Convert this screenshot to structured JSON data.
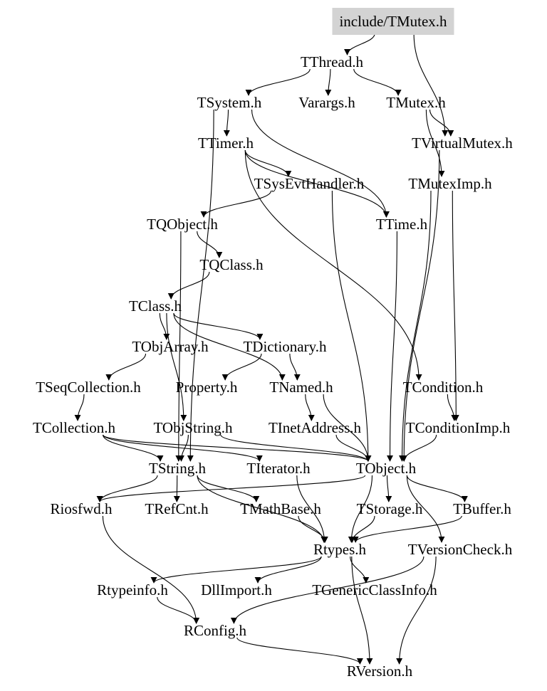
{
  "nodes": [
    {
      "id": "include_tmutex",
      "label": "include/TMutex.h",
      "root": true
    },
    {
      "id": "tthread",
      "label": "TThread.h"
    },
    {
      "id": "tsystem",
      "label": "TSystem.h"
    },
    {
      "id": "varargs",
      "label": "Varargs.h"
    },
    {
      "id": "tmutex",
      "label": "TMutex.h"
    },
    {
      "id": "ttimer",
      "label": "TTimer.h"
    },
    {
      "id": "tvirtualmutex",
      "label": "TVirtualMutex.h"
    },
    {
      "id": "tsysevthandler",
      "label": "TSysEvtHandler.h"
    },
    {
      "id": "tmuteximp",
      "label": "TMutexImp.h"
    },
    {
      "id": "tqobject",
      "label": "TQObject.h"
    },
    {
      "id": "ttime",
      "label": "TTime.h"
    },
    {
      "id": "tqclass",
      "label": "TQClass.h"
    },
    {
      "id": "tclass",
      "label": "TClass.h"
    },
    {
      "id": "tobjarray",
      "label": "TObjArray.h"
    },
    {
      "id": "tdictionary",
      "label": "TDictionary.h"
    },
    {
      "id": "tseqcollection",
      "label": "TSeqCollection.h"
    },
    {
      "id": "property",
      "label": "Property.h"
    },
    {
      "id": "tnamed",
      "label": "TNamed.h"
    },
    {
      "id": "tcondition",
      "label": "TCondition.h"
    },
    {
      "id": "tcollection",
      "label": "TCollection.h"
    },
    {
      "id": "tobjstring",
      "label": "TObjString.h"
    },
    {
      "id": "tinetaddress",
      "label": "TInetAddress.h"
    },
    {
      "id": "tconditionimp",
      "label": "TConditionImp.h"
    },
    {
      "id": "tstring",
      "label": "TString.h"
    },
    {
      "id": "titerator",
      "label": "TIterator.h"
    },
    {
      "id": "tobject",
      "label": "TObject.h"
    },
    {
      "id": "riosfwd",
      "label": "Riosfwd.h"
    },
    {
      "id": "trefcnt",
      "label": "TRefCnt.h"
    },
    {
      "id": "tmathbase",
      "label": "TMathBase.h"
    },
    {
      "id": "tstorage",
      "label": "TStorage.h"
    },
    {
      "id": "tbuffer",
      "label": "TBuffer.h"
    },
    {
      "id": "rtypes",
      "label": "Rtypes.h"
    },
    {
      "id": "tversioncheck",
      "label": "TVersionCheck.h"
    },
    {
      "id": "rtypeinfo",
      "label": "Rtypeinfo.h"
    },
    {
      "id": "dllimport",
      "label": "DllImport.h"
    },
    {
      "id": "tgenericclassinfo",
      "label": "TGenericClassInfo.h"
    },
    {
      "id": "rconfig",
      "label": "RConfig.h"
    },
    {
      "id": "rversion",
      "label": "RVersion.h"
    }
  ],
  "edges": [
    [
      "include_tmutex",
      "tthread"
    ],
    [
      "include_tmutex",
      "tvirtualmutex"
    ],
    [
      "tthread",
      "tsystem"
    ],
    [
      "tthread",
      "varargs"
    ],
    [
      "tthread",
      "tmutex"
    ],
    [
      "tsystem",
      "ttimer"
    ],
    [
      "tsystem",
      "tstring"
    ],
    [
      "tsystem",
      "ttime"
    ],
    [
      "tmutex",
      "tvirtualmutex"
    ],
    [
      "tmutex",
      "tmuteximp"
    ],
    [
      "tvirtualmutex",
      "tobject"
    ],
    [
      "ttimer",
      "tsysevthandler"
    ],
    [
      "ttimer",
      "ttime"
    ],
    [
      "ttimer",
      "tcondition"
    ],
    [
      "tsysevthandler",
      "tqobject"
    ],
    [
      "tsysevthandler",
      "tobject"
    ],
    [
      "tmuteximp",
      "tobject"
    ],
    [
      "tmuteximp",
      "tconditionimp"
    ],
    [
      "tqobject",
      "tqclass"
    ],
    [
      "tqobject",
      "tstring"
    ],
    [
      "tqclass",
      "tclass"
    ],
    [
      "tclass",
      "tobjarray"
    ],
    [
      "tclass",
      "tdictionary"
    ],
    [
      "tclass",
      "tobjstring"
    ],
    [
      "tclass",
      "tnamed"
    ],
    [
      "tobjarray",
      "tseqcollection"
    ],
    [
      "tdictionary",
      "property"
    ],
    [
      "tdictionary",
      "tnamed"
    ],
    [
      "tseqcollection",
      "tcollection"
    ],
    [
      "tnamed",
      "tobject"
    ],
    [
      "tnamed",
      "tinetaddress"
    ],
    [
      "ttime",
      "tobject"
    ],
    [
      "tcondition",
      "tconditionimp"
    ],
    [
      "tcollection",
      "tstring"
    ],
    [
      "tcollection",
      "titerator"
    ],
    [
      "tcollection",
      "tobject"
    ],
    [
      "tobjstring",
      "tstring"
    ],
    [
      "tobjstring",
      "tobject"
    ],
    [
      "tinetaddress",
      "tobject"
    ],
    [
      "tconditionimp",
      "tobject"
    ],
    [
      "tstring",
      "riosfwd"
    ],
    [
      "tstring",
      "trefcnt"
    ],
    [
      "tstring",
      "tmathbase"
    ],
    [
      "tstring",
      "rtypes"
    ],
    [
      "titerator",
      "rtypes"
    ],
    [
      "tobject",
      "riosfwd"
    ],
    [
      "tobject",
      "tstorage"
    ],
    [
      "tobject",
      "tbuffer"
    ],
    [
      "tobject",
      "rtypes"
    ],
    [
      "tobject",
      "tversioncheck"
    ],
    [
      "tmathbase",
      "rtypes"
    ],
    [
      "tstorage",
      "rtypes"
    ],
    [
      "tbuffer",
      "rtypes"
    ],
    [
      "riosfwd",
      "rconfig"
    ],
    [
      "rtypes",
      "rtypeinfo"
    ],
    [
      "rtypes",
      "dllimport"
    ],
    [
      "rtypes",
      "tgenericclassinfo"
    ],
    [
      "rtypes",
      "rversion"
    ],
    [
      "rtypeinfo",
      "rconfig"
    ],
    [
      "tversioncheck",
      "rconfig"
    ],
    [
      "tversioncheck",
      "rversion"
    ],
    [
      "rconfig",
      "rversion"
    ]
  ]
}
